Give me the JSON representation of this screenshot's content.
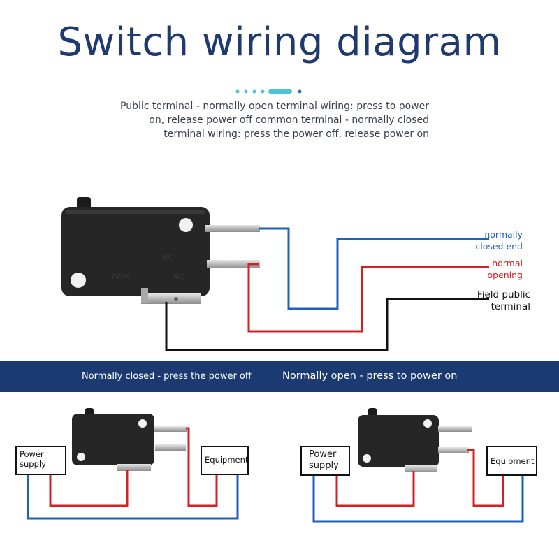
{
  "title": "Switch wiring diagram",
  "description": {
    "line1": "Public terminal - normally open terminal wiring: press to power",
    "line2": "on, release power off common terminal - normally closed",
    "line3": "terminal wiring: press the power off, release power on"
  },
  "switch_markings": {
    "top": "NC",
    "left": "COM",
    "right": "NO"
  },
  "labels": {
    "nc_line1": "normally",
    "nc_line2": "closed end",
    "no_line1": "normal",
    "no_line2": "opening",
    "com_line1": "Field public",
    "com_line2": "terminal"
  },
  "banner": {
    "left": "Normally closed - press the power off",
    "right": "Normally open - press to power on"
  },
  "left_example": {
    "power_line1": "Power",
    "power_line2": "supply",
    "equipment": "Equipment"
  },
  "right_example": {
    "power_line1": "Power",
    "power_line2": "supply",
    "equipment": "Equipment"
  },
  "colors": {
    "title": "#1f3a6e",
    "banner": "#1c3a72",
    "wire_blue": "#1f5fbf",
    "wire_red": "#d42020",
    "wire_black": "#111111",
    "switch_body": "#242424",
    "terminal": "#c8c8c8",
    "accent_cyan": "#4ec3d6"
  }
}
